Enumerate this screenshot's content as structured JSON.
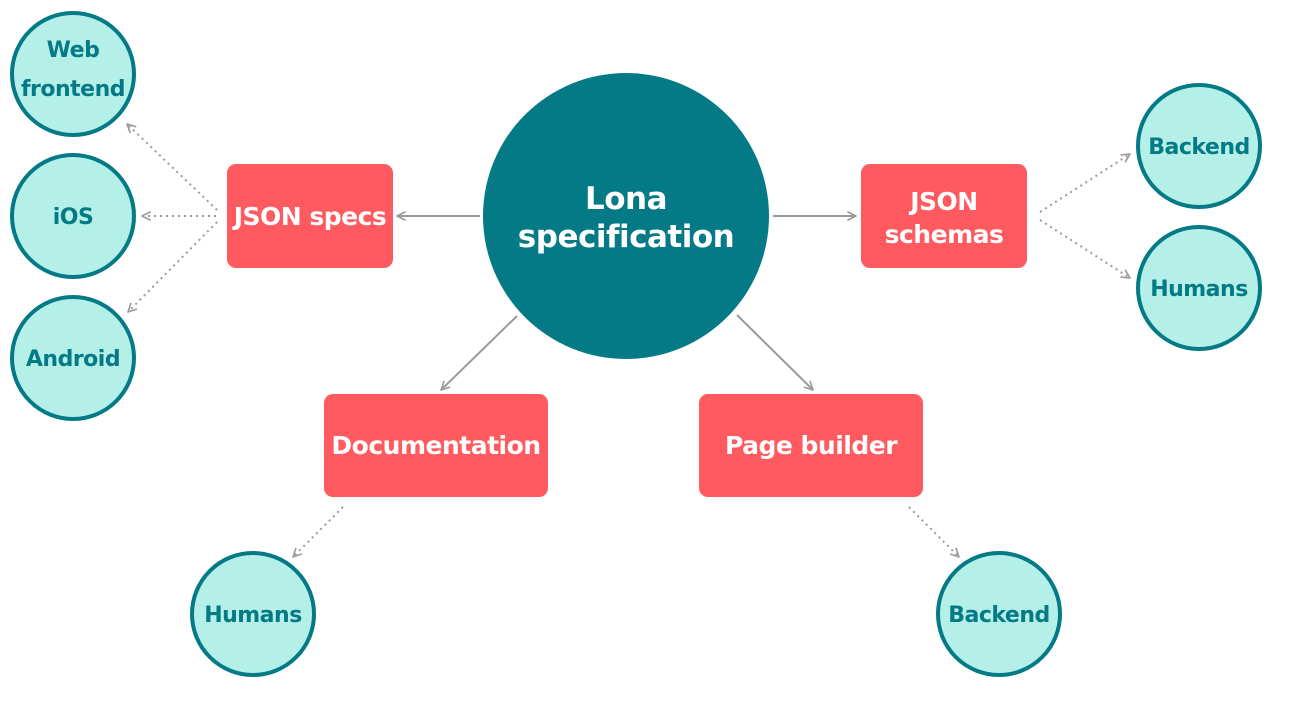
{
  "colors": {
    "center": "#047a87",
    "box": "#ff5a5f",
    "leaf_fill": "#b4efe8",
    "leaf_stroke": "#047a87",
    "leaf_text": "#047a87",
    "arrow": "#9a9a9a"
  },
  "center": {
    "line1": "Lona",
    "line2": "specification"
  },
  "boxes": {
    "json_specs": "JSON specs",
    "json_schemas_line1": "JSON",
    "json_schemas_line2": "schemas",
    "documentation": "Documentation",
    "page_builder": "Page builder"
  },
  "leaves": {
    "web_frontend_line1": "Web",
    "web_frontend_line2": "frontend",
    "ios": "iOS",
    "android": "Android",
    "schemas_backend": "Backend",
    "schemas_humans": "Humans",
    "docs_humans": "Humans",
    "builder_backend": "Backend"
  }
}
